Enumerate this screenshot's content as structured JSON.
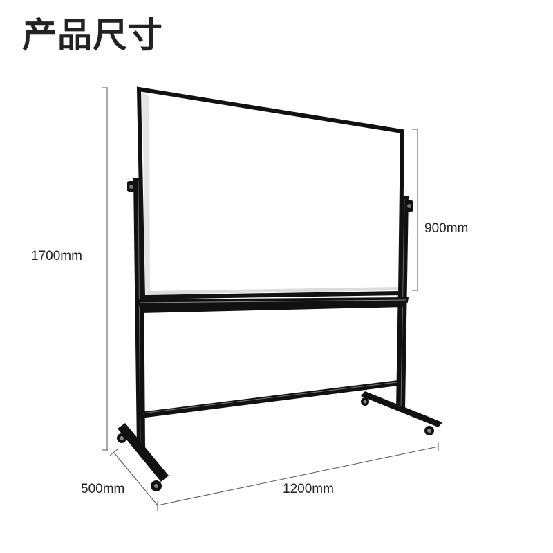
{
  "title": "产品尺寸",
  "dimensions": {
    "overall_height": "1700mm",
    "board_height": "900mm",
    "depth": "500mm",
    "width": "1200mm"
  },
  "colors": {
    "frame": "#111111",
    "board": "#ffffff",
    "dimension_line": "#555555",
    "text": "#222222"
  }
}
